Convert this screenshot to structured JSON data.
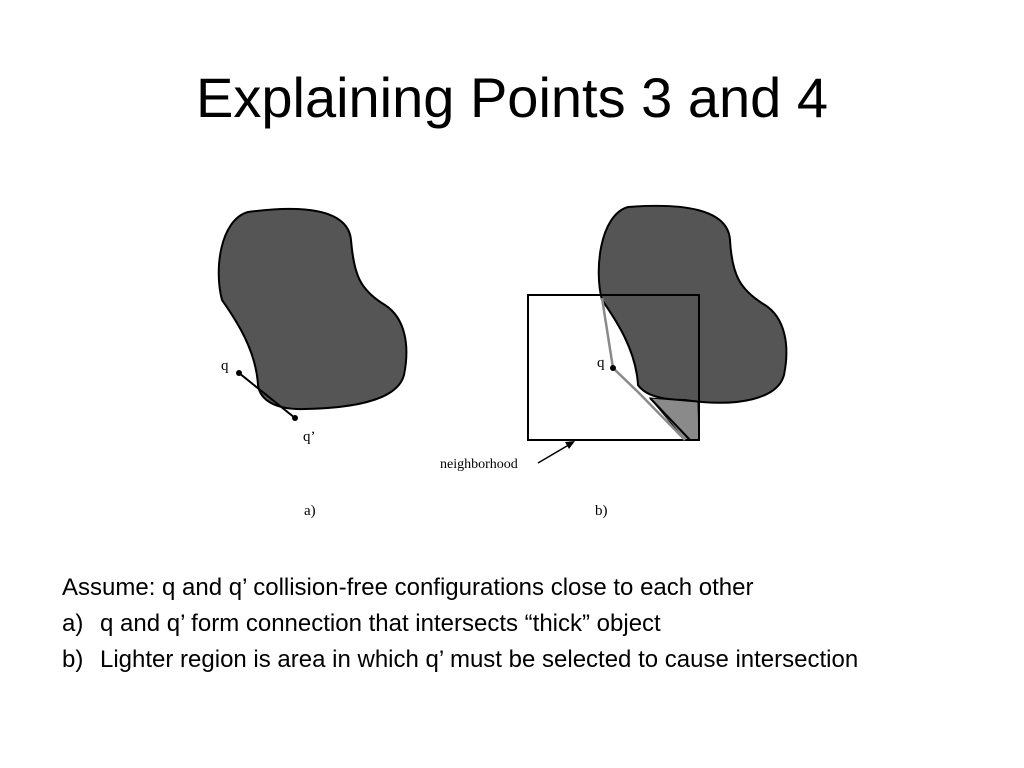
{
  "slide": {
    "title": "Explaining Points 3 and 4"
  },
  "figure": {
    "panel_a": {
      "caption": "a)",
      "label_q": "q",
      "label_q_prime": "q’"
    },
    "panel_b": {
      "caption": "b)",
      "label_q": "q",
      "neighborhood_label": "neighborhood"
    },
    "colors": {
      "obstacle": "#555555",
      "lighter_region": "#8a8a8a",
      "outline": "#000000"
    }
  },
  "text": {
    "intro": "Assume: q and q’ collision-free configurations close to each other",
    "points": [
      {
        "marker": "a)",
        "text": "q and q’ form connection that intersects “thick” object"
      },
      {
        "marker": "b)",
        "text": "Lighter region is area in which q’ must be selected to cause intersection"
      }
    ]
  }
}
